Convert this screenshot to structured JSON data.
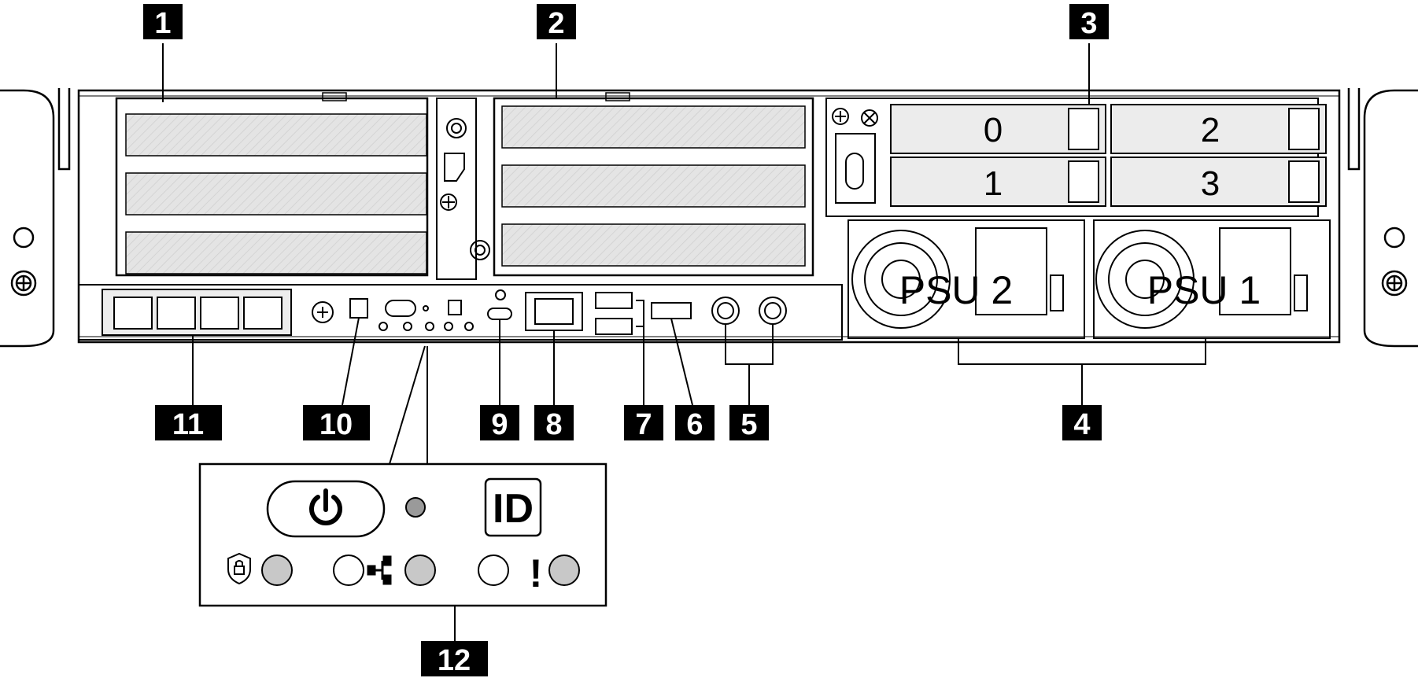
{
  "callouts": [
    {
      "id": "callout-1",
      "text": "1"
    },
    {
      "id": "callout-2",
      "text": "2"
    },
    {
      "id": "callout-3",
      "text": "3"
    },
    {
      "id": "callout-4",
      "text": "4"
    },
    {
      "id": "callout-5",
      "text": "5"
    },
    {
      "id": "callout-6",
      "text": "6"
    },
    {
      "id": "callout-7",
      "text": "7"
    },
    {
      "id": "callout-8",
      "text": "8"
    },
    {
      "id": "callout-9",
      "text": "9"
    },
    {
      "id": "callout-10",
      "text": "10"
    },
    {
      "id": "callout-11",
      "text": "11"
    },
    {
      "id": "callout-12",
      "text": "12"
    }
  ],
  "drive_bays": [
    "0",
    "2",
    "1",
    "3"
  ],
  "psus": [
    "PSU 2",
    "PSU 1"
  ],
  "inset": {
    "id_button": "ID",
    "fault_symbol": "!"
  },
  "colors": {
    "callout_bg": "#000000",
    "callout_text": "#ffffff",
    "slot_fill": "#e2e2e2",
    "led_fill": "#c8c8c8",
    "led_dark": "#9a9a9a"
  }
}
